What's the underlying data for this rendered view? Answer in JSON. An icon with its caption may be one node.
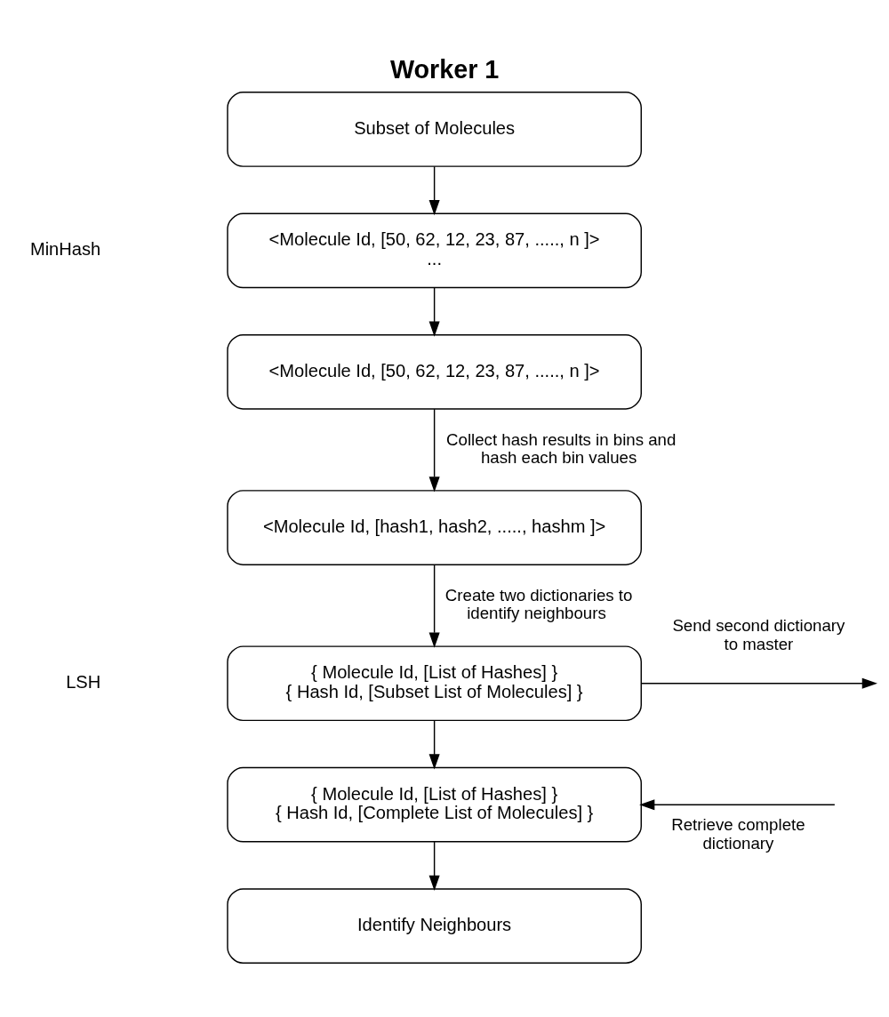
{
  "diagram": {
    "title": "Worker 1",
    "nodes": [
      {
        "text": [
          "Subset of Molecules"
        ]
      },
      {
        "text": [
          "<Molecule Id, [50, 62, 12, 23, 87, ....., n ]>",
          "..."
        ]
      },
      {
        "text": [
          "<Molecule Id, [50, 62, 12, 23, 87, ....., n ]>"
        ]
      },
      {
        "text": [
          "<Molecule Id, [hash1, hash2, ....., hashm ]>"
        ]
      },
      {
        "text": [
          "{ Molecule Id, [List of Hashes] }",
          "{ Hash Id, [Subset List of Molecules] }"
        ]
      },
      {
        "text": [
          "{ Molecule Id, [List of Hashes] }",
          "{ Hash Id, [Complete List of Molecules] }"
        ]
      },
      {
        "text": [
          "Identify Neighbours"
        ]
      }
    ],
    "edges": [
      {
        "from": 0,
        "to": 1,
        "arrow": "to"
      },
      {
        "from": 1,
        "to": 2,
        "arrow": "to"
      },
      {
        "from": 2,
        "to": 3,
        "arrow": "to",
        "label": "Collect hash results in bins and hash each bin values"
      },
      {
        "from": 3,
        "to": 4,
        "arrow": "to",
        "label": "Create two dictionaries to identify neighbours"
      },
      {
        "from": 4,
        "to": null,
        "arrow": "to",
        "label": "Send second dictionary to master"
      },
      {
        "from": 4,
        "to": 5,
        "arrow": "to"
      },
      {
        "from": null,
        "to": 5,
        "arrow": "to",
        "label": "Retrieve complete dictionary"
      },
      {
        "from": 5,
        "to": 6,
        "arrow": "to"
      }
    ],
    "labels": [
      "MinHash",
      "LSH"
    ]
  }
}
